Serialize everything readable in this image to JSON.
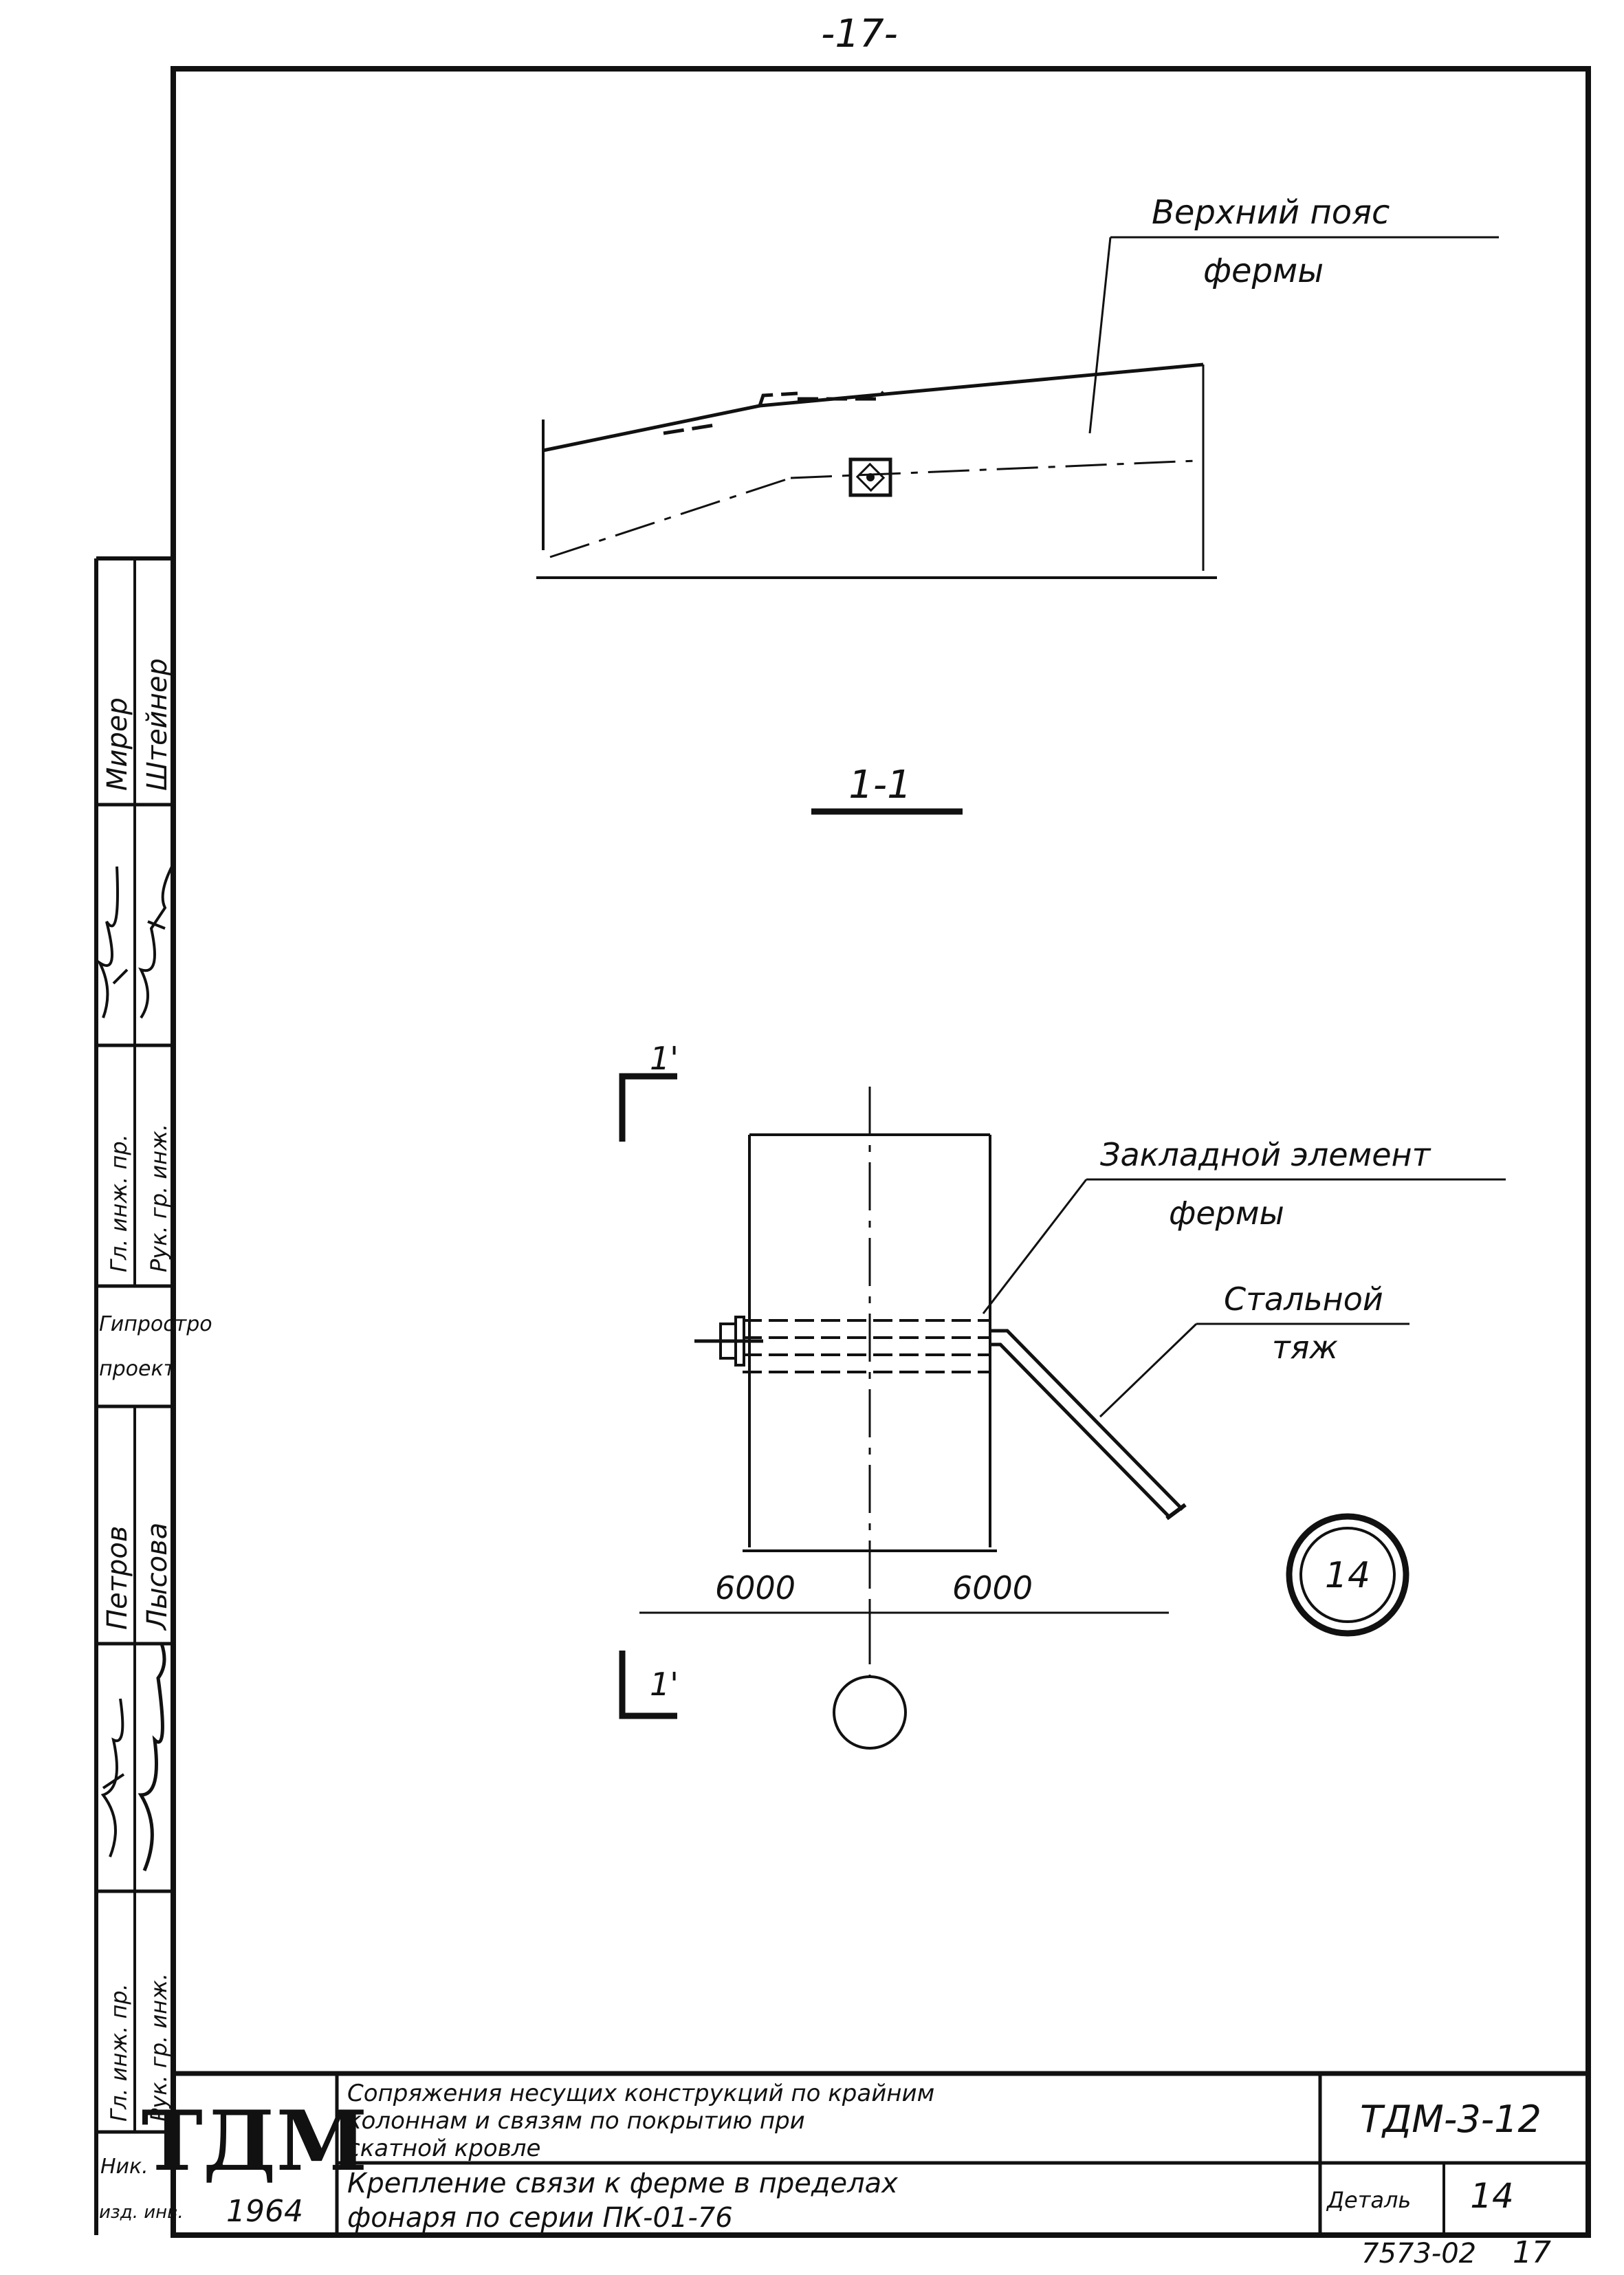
{
  "page_number": "-17-",
  "drawing": {
    "label_top_chord": [
      "Верхний пояс",
      "фермы"
    ],
    "section_mark": "1-1",
    "cut_mark_top": "1'",
    "cut_mark_bottom": "1'",
    "label_embedded": [
      "Закладной элемент",
      "фермы"
    ],
    "label_rod": [
      "Стальной",
      "тяж"
    ],
    "dim_left": "6000",
    "dim_right": "6000",
    "detail_bubble": "14"
  },
  "side_stamp": {
    "col_a": [
      "Гл. инж. пр.",
      "Рук. гр. инж.",
      "Гл. инж. пр.",
      "Рук. гр. инж."
    ],
    "col_b": [
      "Мирер",
      "Штейнер",
      "Петров",
      "Лысова"
    ],
    "org": [
      "Гипростро",
      "проект"
    ],
    "bottom": [
      "Ник.",
      "изд. инв."
    ]
  },
  "title_block": {
    "logo": "ТДМ",
    "year": "1964",
    "title_lines": [
      "Сопряжения несущих конструкций по крайним",
      "колоннам и связям по покрытию при",
      "скатной кровле"
    ],
    "subtitle_lines": [
      "Крепление связи к ферме в пределах",
      "фонаря по серии ПК-01-76"
    ],
    "code": "ТДМ-3-12",
    "detail_label": "Деталь",
    "detail_value": "14",
    "footer_number": "7573-02",
    "footer_sheet": "17"
  }
}
